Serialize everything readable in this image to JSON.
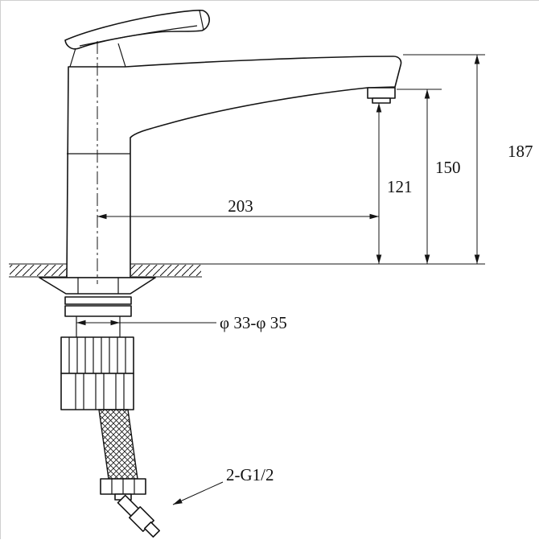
{
  "page": {
    "background_color": "#ffffff",
    "line_color": "#141414",
    "drawing_type": "faucet installation dimension drawing"
  },
  "dimensions": {
    "overall_height": "187",
    "spout_top_height": "150",
    "outlet_height": "121",
    "spout_reach": "203",
    "mounting_hole_diameter": "φ 33-φ 35",
    "inlet_connection": "2-G1/2"
  }
}
